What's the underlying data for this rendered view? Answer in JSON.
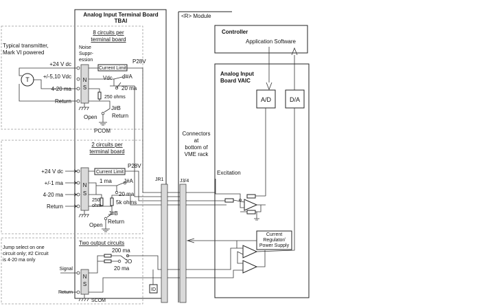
{
  "tbai": {
    "title_line1": "Analog Input Terminal Board",
    "title_line2": "TBAI",
    "section1_line1": "8 circuits per",
    "section1_line2": "terminal board",
    "section2_line1": "2 circuits per",
    "section2_line2": "terminal board",
    "section3": "Two output circuits"
  },
  "module_label": "<R>  Module",
  "controller": {
    "title": "Controller",
    "software": "Application Software"
  },
  "vaic": {
    "title_line1": "Analog Input",
    "title_line2": "Board  VAIC",
    "ad": "A/D",
    "da": "D/A"
  },
  "transmitter": {
    "line1": "Typical transmitter,",
    "line2": "Mark VI powered",
    "symbol": "T"
  },
  "noise": {
    "line1": "Noise",
    "line2": "Suppr-",
    "line3": "ession"
  },
  "ns_top": "N",
  "ns_bottom": "S",
  "current_limit": "Current Limit",
  "p28v": "P28V",
  "inputs1": {
    "v24": "+24 V dc",
    "v510": "+/-5,10 Vdc",
    "ma420": "4-20 ma",
    "ret": "Return"
  },
  "vdc": "Vdc",
  "jpa": "J#A",
  "jpb": "J#B",
  "ma20": "20 ma",
  "ohms250": "250 ohms",
  "open": "Open",
  "pcom": "PCOM",
  "connectors": {
    "line1": "Connectors",
    "line2": "at",
    "line3": "bottom of",
    "line4": "VME rack"
  },
  "excitation": "Excitation",
  "jr1": "JR1",
  "j34": "J3/4",
  "inputs2": {
    "v24": "+24 V dc",
    "ma1": "+/-1 ma",
    "ma420": "4-20 ma",
    "ret": "Return"
  },
  "ma1_label": "1 ma",
  "ohm250_line1": "250",
  "ohm250_line2": "ohm",
  "k5ohms": "5k ohms",
  "return_label": "Return",
  "jump": {
    "line1": "Jump select on one",
    "line2": "circuit only; #2 Circuit",
    "line3": "is 4-20 ma only"
  },
  "signal": "Signal",
  "return_out": "Return",
  "ma200": "200 ma",
  "jo": "JO",
  "scom": "SCOM",
  "id": "ID",
  "regulator": {
    "line1": "Current",
    "line2": "Regulator/",
    "line3": "Power Supply"
  }
}
